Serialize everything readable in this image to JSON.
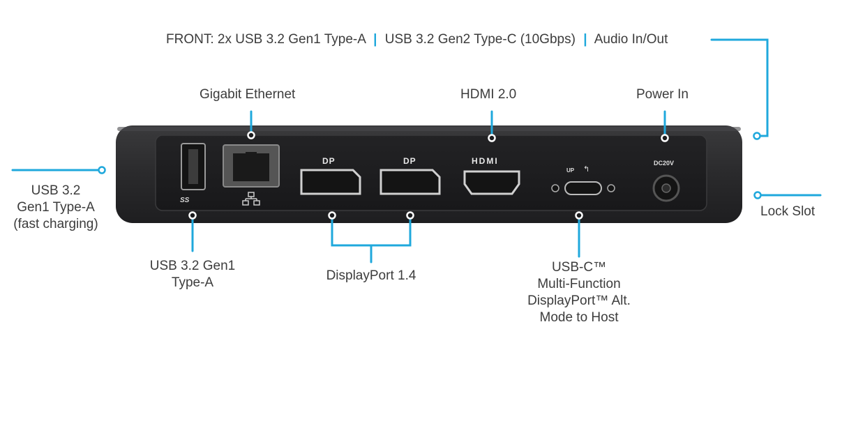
{
  "front": {
    "prefix": "FRONT:",
    "items": [
      "2x USB 3.2 Gen1 Type-A",
      "USB 3.2 Gen2 Type-C (10Gbps)",
      "Audio In/Out"
    ],
    "separator": "|"
  },
  "labels": {
    "gigabit_ethernet": "Gigabit Ethernet",
    "hdmi": "HDMI 2.0",
    "power_in": "Power In",
    "usb_left": [
      "USB 3.2",
      "Gen1 Type-A",
      "(fast charging)"
    ],
    "lock_slot": "Lock Slot",
    "usb_bottom": [
      "USB 3.2 Gen1",
      "Type-A"
    ],
    "displayport": "DisplayPort 1.4",
    "usbc": [
      "USB-C™",
      "Multi-Function",
      "DisplayPort™ Alt.",
      "Mode to Host"
    ]
  },
  "port_markings": {
    "ss": "SS",
    "dp1": "DP",
    "dp2": "DP",
    "hdmi_logo": "HDMI",
    "up": "UP",
    "dc": "DC20V"
  },
  "colors": {
    "accent": "#1fa8dc",
    "device_body": "#2b2b2d",
    "device_panel": "#1c1c1e",
    "label_text": "#3c3c3c"
  }
}
